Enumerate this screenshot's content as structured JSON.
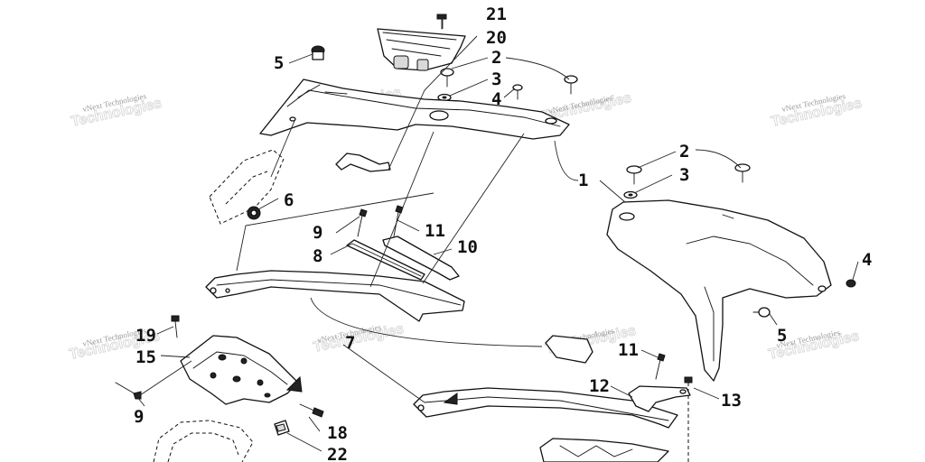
{
  "watermark": "vNext Technologies",
  "callouts": [
    "21",
    "20",
    "5",
    "2",
    "3",
    "4",
    "2",
    "3",
    "1",
    "6",
    "9",
    "11",
    "8",
    "10",
    "4",
    "5",
    "19",
    "15",
    "7",
    "11",
    "12",
    "13",
    "9",
    "18",
    "22"
  ],
  "icons": [
    "screw-icon",
    "washer-icon",
    "bolt-icon",
    "bushing-icon",
    "clip-icon",
    "triangle-marker-icon"
  ]
}
